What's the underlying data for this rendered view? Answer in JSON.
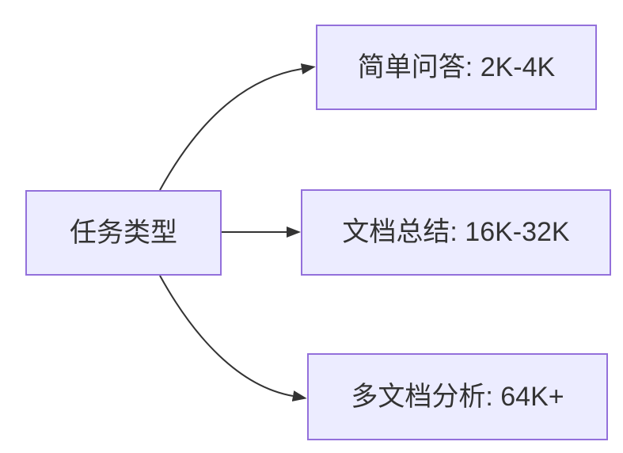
{
  "diagram": {
    "type": "flowchart",
    "direction": "LR",
    "root": {
      "id": "task-type",
      "label": "任务类型"
    },
    "branches": [
      {
        "id": "simple-qa",
        "label": "简单问答: 2K-4K"
      },
      {
        "id": "doc-summary",
        "label": "文档总结: 16K-32K"
      },
      {
        "id": "multi-doc",
        "label": "多文档分析: 64K+"
      }
    ],
    "edges": [
      {
        "from": "task-type",
        "to": "simple-qa"
      },
      {
        "from": "task-type",
        "to": "doc-summary"
      },
      {
        "from": "task-type",
        "to": "multi-doc"
      }
    ],
    "colors": {
      "node_fill": "#ECECFF",
      "node_border": "#9370DB",
      "edge": "#333333",
      "text": "#333333",
      "background": "#FFFFFF"
    }
  }
}
